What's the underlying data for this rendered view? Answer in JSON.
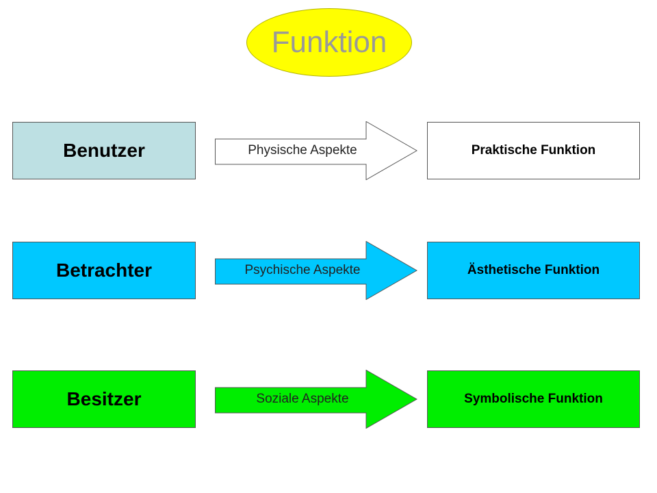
{
  "title": "Funktion",
  "colors": {
    "title_fill": "#ffff00",
    "row1_fill": "#bde0e3",
    "row2_fill": "#00c8ff",
    "row3_fill": "#00ee00",
    "white": "#ffffff"
  },
  "rows": [
    {
      "role": "Benutzer",
      "aspect": "Physische Aspekte",
      "function": "Praktische Funktion",
      "fill": "#bde0e3"
    },
    {
      "role": "Betrachter",
      "aspect": "Psychische Aspekte",
      "function": "Ästhetische Funktion",
      "fill": "#00c8ff"
    },
    {
      "role": "Besitzer",
      "aspect": "Soziale Aspekte",
      "function": "Symbolische Funktion",
      "fill": "#00ee00"
    }
  ]
}
